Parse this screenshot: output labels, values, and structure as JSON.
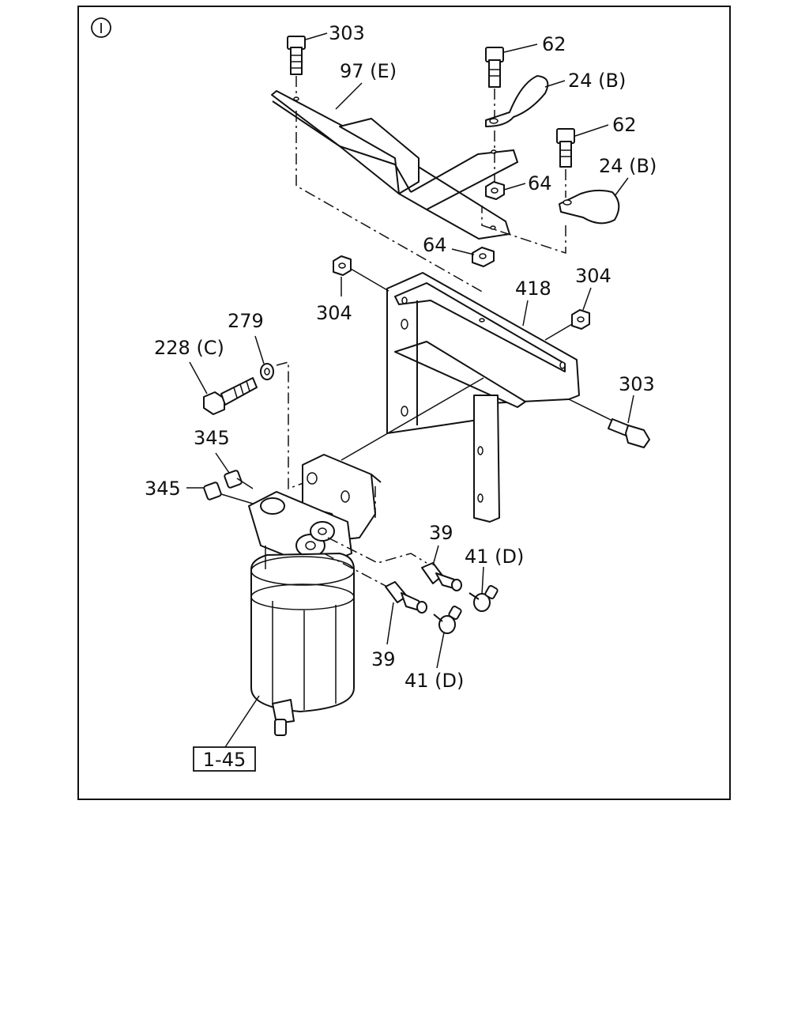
{
  "view_marker": "I",
  "labels": {
    "p303_top": "303",
    "p97e": "97 (E)",
    "p62_a": "62",
    "p24b_a": "24 (B)",
    "p62_b": "62",
    "p24b_b": "24 (B)",
    "p64_a": "64",
    "p64_b": "64",
    "p304_left": "304",
    "p418": "418",
    "p304_right": "304",
    "p279": "279",
    "p228c": "228 (C)",
    "p303_right": "303",
    "p345_a": "345",
    "p345_b": "345",
    "p39_a": "39",
    "p41d_a": "41 (D)",
    "p39_b": "39",
    "p41d_b": "41 (D)",
    "p1_45": "1-45"
  }
}
